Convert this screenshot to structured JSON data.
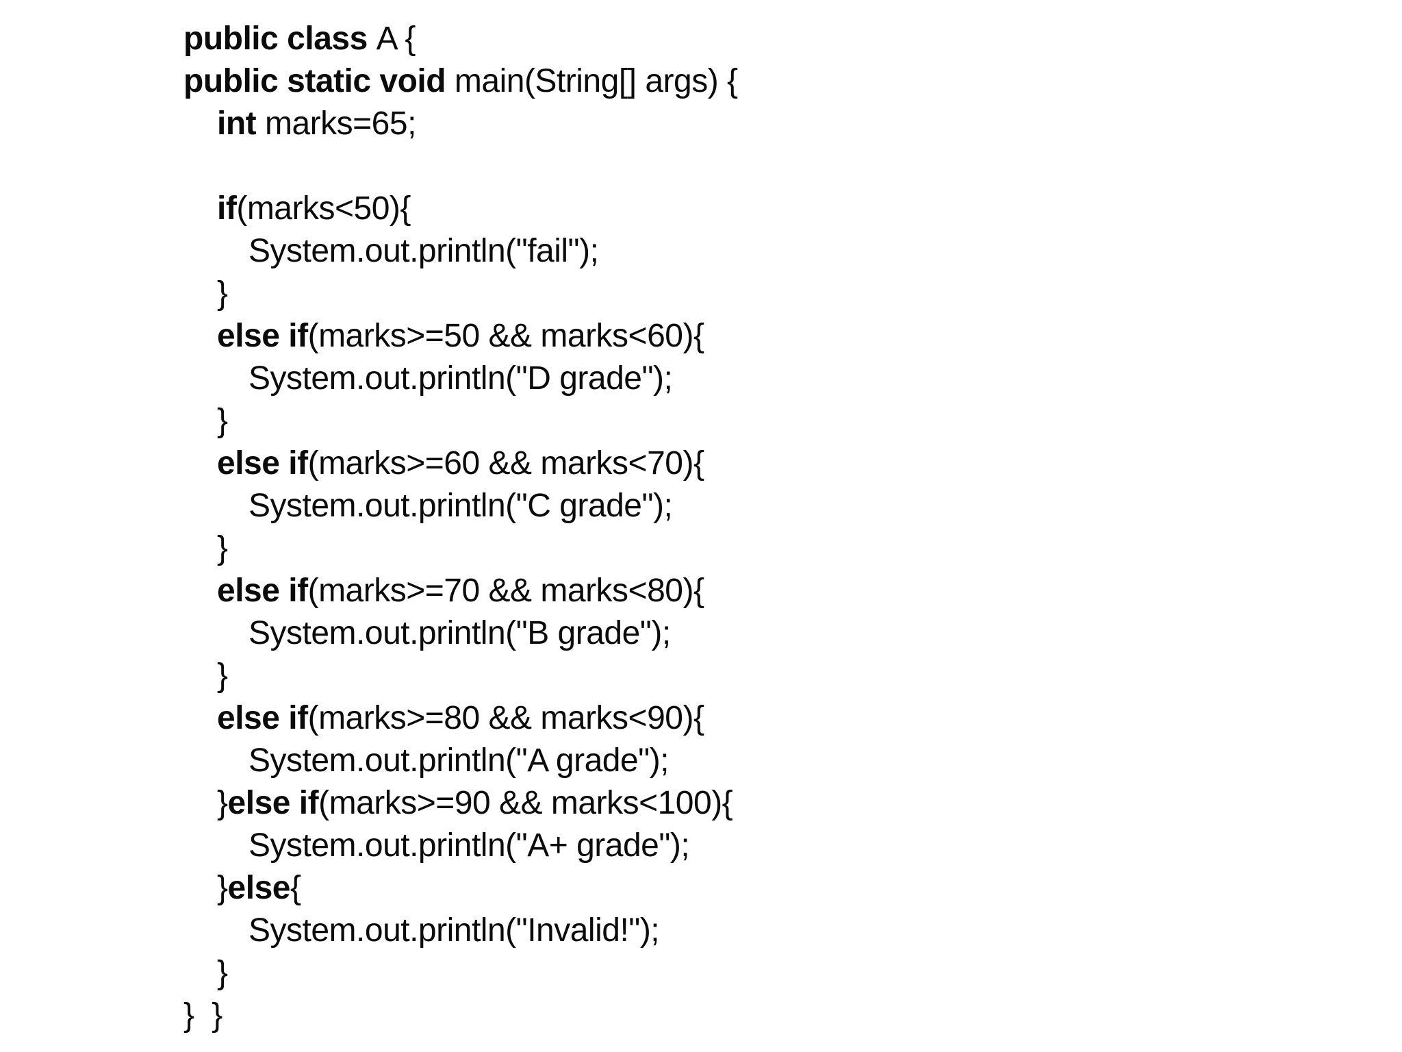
{
  "colors": {
    "background": "#ffffff",
    "text": "#0b0b0b"
  },
  "code": {
    "language": "java",
    "lines": [
      {
        "indent": 0,
        "segments": [
          {
            "t": "public class ",
            "b": true
          },
          {
            "t": "A {",
            "b": false
          }
        ]
      },
      {
        "indent": 0,
        "segments": [
          {
            "t": "public static void ",
            "b": true
          },
          {
            "t": "main(String[] args) {",
            "b": false
          }
        ]
      },
      {
        "indent": 1,
        "segments": [
          {
            "t": "int ",
            "b": true
          },
          {
            "t": "marks=65;",
            "b": false
          }
        ]
      },
      {
        "indent": 0,
        "segments": []
      },
      {
        "indent": 1,
        "segments": [
          {
            "t": "if",
            "b": true
          },
          {
            "t": "(marks<50){",
            "b": false
          }
        ]
      },
      {
        "indent": 2,
        "segments": [
          {
            "t": "System.out.println(\"fail\");",
            "b": false
          }
        ]
      },
      {
        "indent": 1,
        "segments": [
          {
            "t": "}",
            "b": false
          }
        ]
      },
      {
        "indent": 1,
        "segments": [
          {
            "t": "else if",
            "b": true
          },
          {
            "t": "(marks>=50 && marks<60){",
            "b": false
          }
        ]
      },
      {
        "indent": 2,
        "segments": [
          {
            "t": "System.out.println(\"D grade\");",
            "b": false
          }
        ]
      },
      {
        "indent": 1,
        "segments": [
          {
            "t": "}",
            "b": false
          }
        ]
      },
      {
        "indent": 1,
        "segments": [
          {
            "t": "else if",
            "b": true
          },
          {
            "t": "(marks>=60 && marks<70){",
            "b": false
          }
        ]
      },
      {
        "indent": 2,
        "segments": [
          {
            "t": "System.out.println(\"C grade\");",
            "b": false
          }
        ]
      },
      {
        "indent": 1,
        "segments": [
          {
            "t": "}",
            "b": false
          }
        ]
      },
      {
        "indent": 1,
        "segments": [
          {
            "t": "else if",
            "b": true
          },
          {
            "t": "(marks>=70 && marks<80){",
            "b": false
          }
        ]
      },
      {
        "indent": 2,
        "segments": [
          {
            "t": "System.out.println(\"B grade\");",
            "b": false
          }
        ]
      },
      {
        "indent": 1,
        "segments": [
          {
            "t": "}",
            "b": false
          }
        ]
      },
      {
        "indent": 1,
        "segments": [
          {
            "t": "else if",
            "b": true
          },
          {
            "t": "(marks>=80 && marks<90){",
            "b": false
          }
        ]
      },
      {
        "indent": 2,
        "segments": [
          {
            "t": "System.out.println(\"A grade\");",
            "b": false
          }
        ]
      },
      {
        "indent": 1,
        "segments": [
          {
            "t": "}",
            "b": false
          },
          {
            "t": "else if",
            "b": true
          },
          {
            "t": "(marks>=90 && marks<100){",
            "b": false
          }
        ]
      },
      {
        "indent": 2,
        "segments": [
          {
            "t": "System.out.println(\"A+ grade\");",
            "b": false
          }
        ]
      },
      {
        "indent": 1,
        "segments": [
          {
            "t": "}",
            "b": false
          },
          {
            "t": "else",
            "b": true
          },
          {
            "t": "{",
            "b": false
          }
        ]
      },
      {
        "indent": 2,
        "segments": [
          {
            "t": "System.out.println(\"Invalid!\");",
            "b": false
          }
        ]
      },
      {
        "indent": 1,
        "segments": [
          {
            "t": "}",
            "b": false
          }
        ]
      },
      {
        "indent": 0,
        "segments": [
          {
            "t": "}  }",
            "b": false
          }
        ]
      }
    ]
  }
}
